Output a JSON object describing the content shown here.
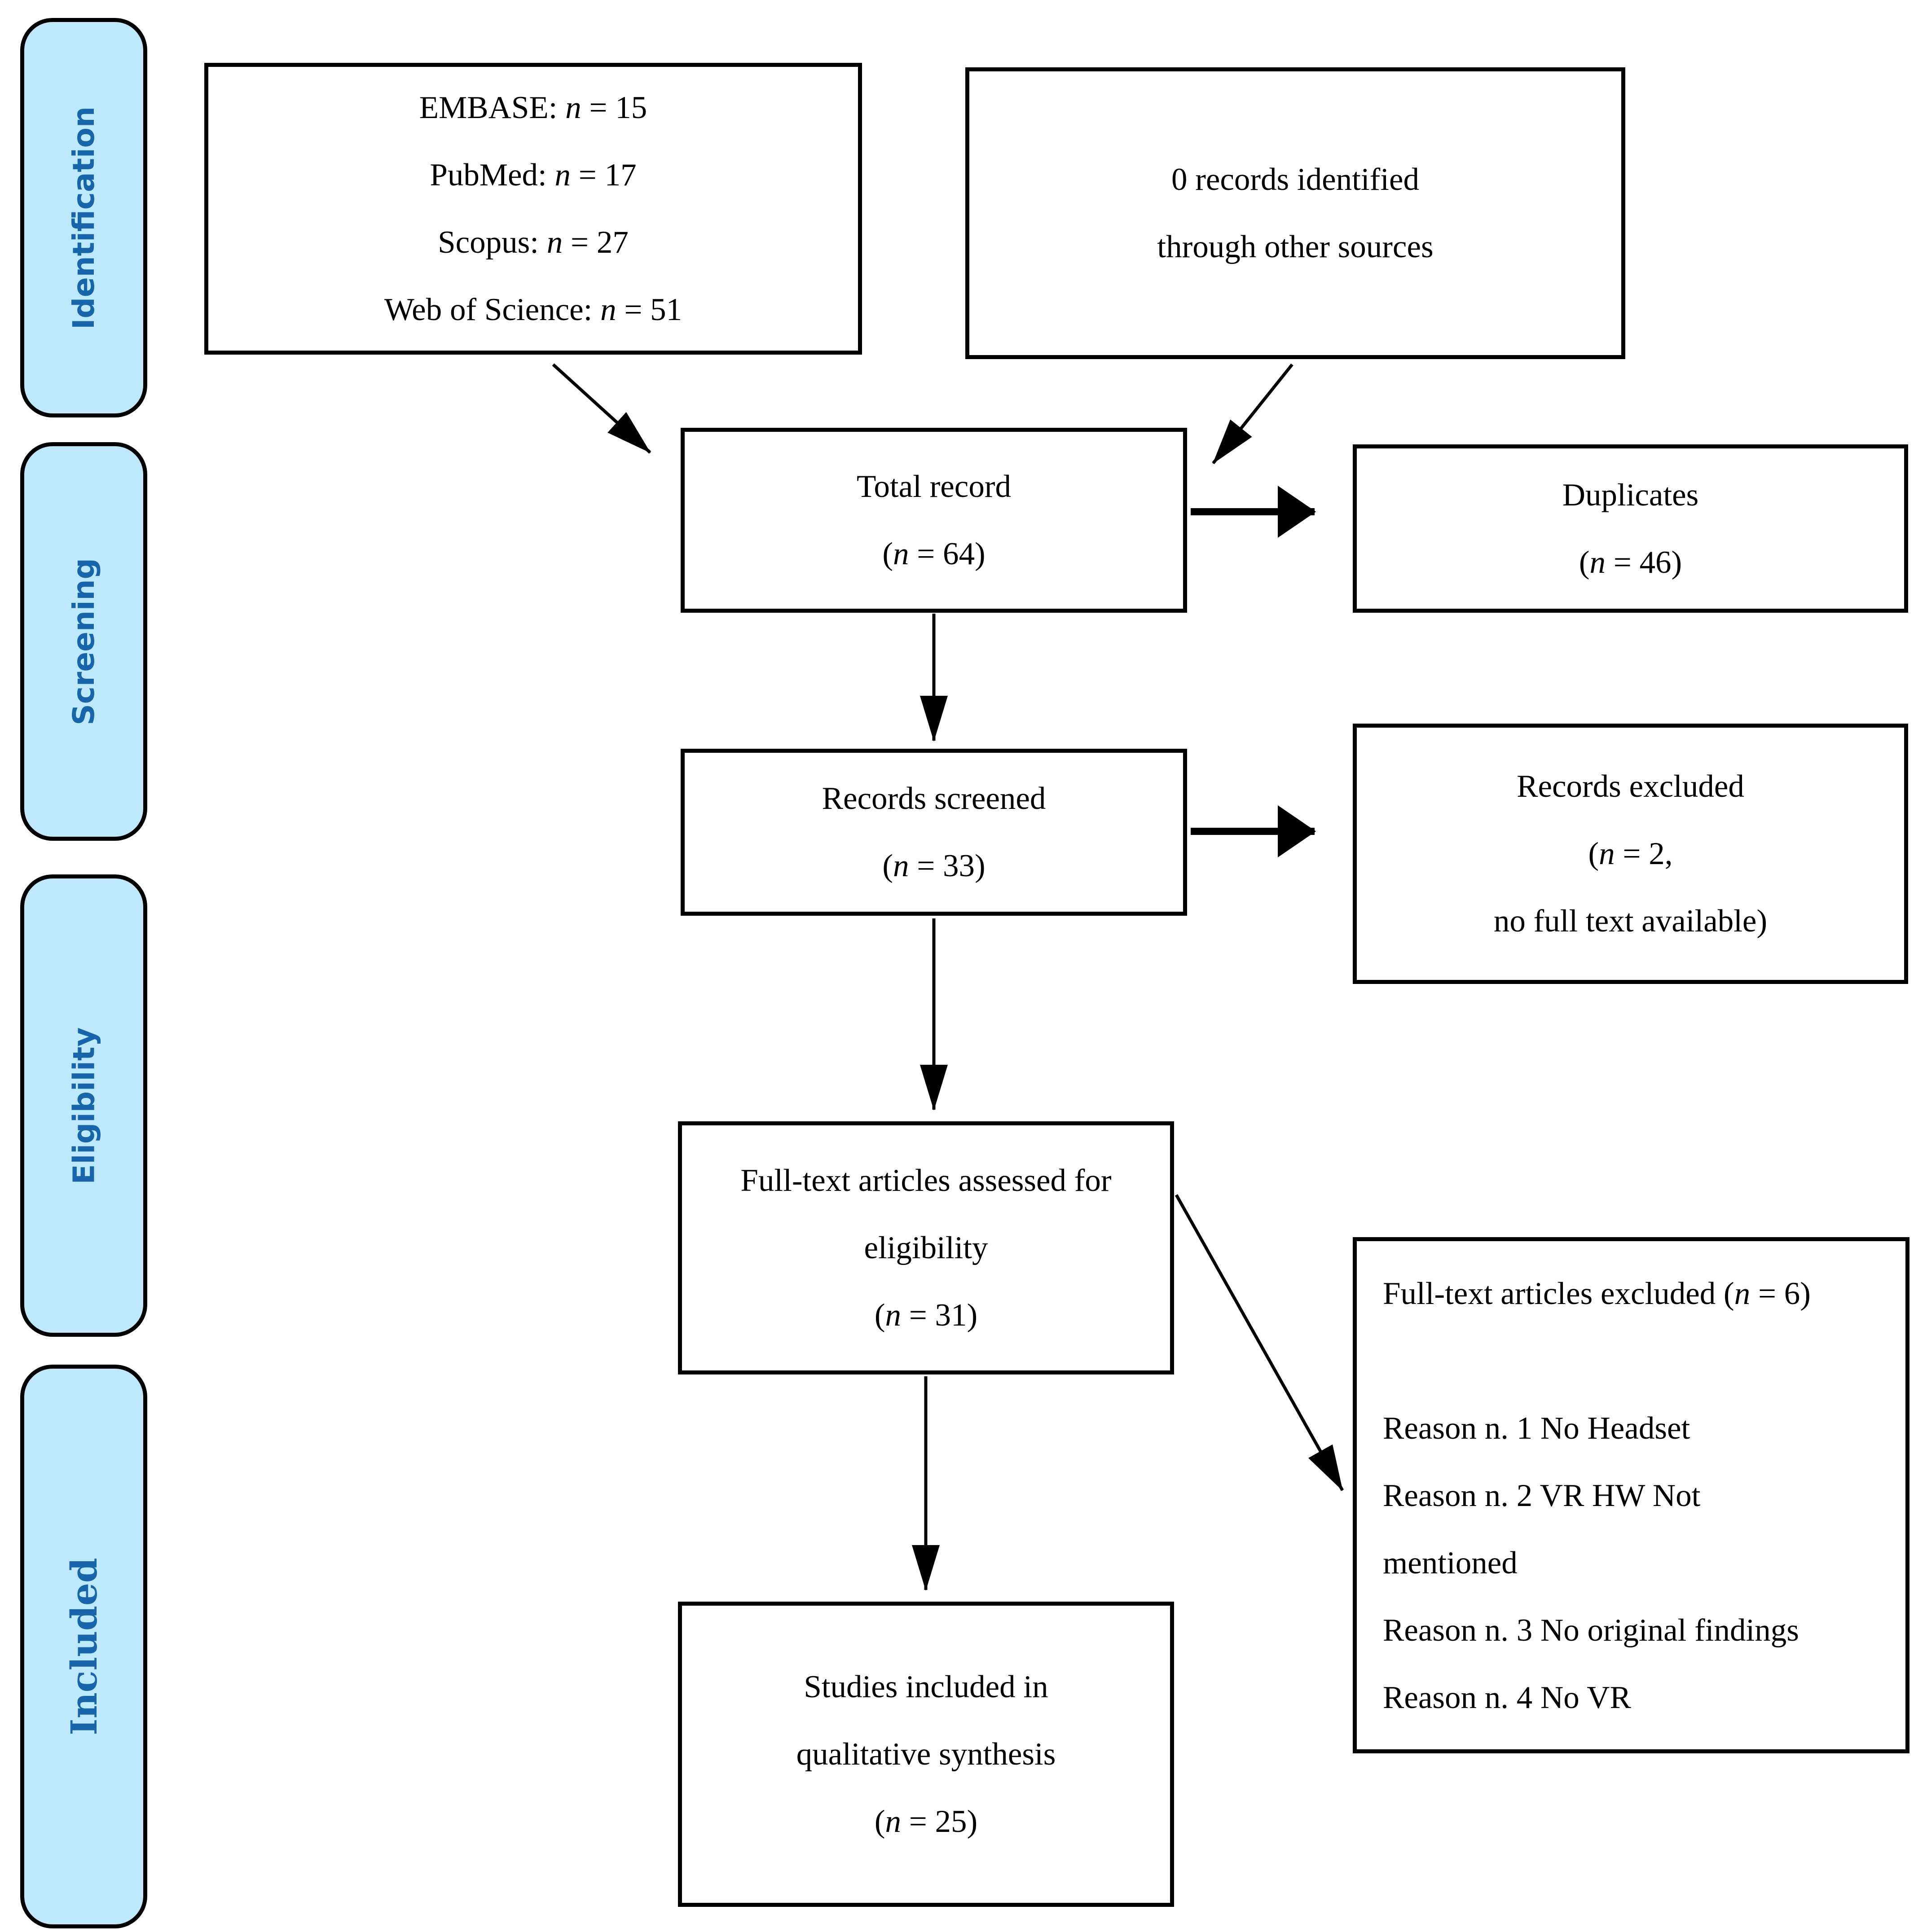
{
  "colors": {
    "background": "#ffffff",
    "sidebar_fill": "#bee9fc",
    "sidebar_label": "#1766ac",
    "box_border": "#000000",
    "arrow": "#000000"
  },
  "sidebar": {
    "stages": [
      {
        "label": "Identification"
      },
      {
        "label": "Screening"
      },
      {
        "label": "Eligibility"
      },
      {
        "label": "Included"
      }
    ]
  },
  "boxes": {
    "sources": {
      "lines": [
        {
          "pre": "EMBASE: ",
          "n": "n",
          "post": " = 15"
        },
        {
          "pre": "PubMed: ",
          "n": "n",
          "post": " = 17"
        },
        {
          "pre": "Scopus: ",
          "n": "n",
          "post": " = 27"
        },
        {
          "pre": "Web of Science: ",
          "n": "n",
          "post": " = 51"
        }
      ]
    },
    "other_sources": {
      "lines": [
        {
          "pre": "0 records identified"
        },
        {
          "pre": "through other sources"
        }
      ]
    },
    "total_record": {
      "lines": [
        {
          "pre": "Total record"
        },
        {
          "pre": "(",
          "n": "n",
          "post": " = 64)"
        }
      ]
    },
    "duplicates": {
      "lines": [
        {
          "pre": "Duplicates"
        },
        {
          "pre": "(",
          "n": "n",
          "post": " = 46)"
        }
      ]
    },
    "records_screened": {
      "lines": [
        {
          "pre": "Records screened"
        },
        {
          "pre": "(",
          "n": "n",
          "post": " = 33)"
        }
      ]
    },
    "records_excluded": {
      "lines": [
        {
          "pre": "Records excluded"
        },
        {
          "pre": "(",
          "n": "n",
          "post": " = 2,"
        },
        {
          "pre": "no full text available)"
        }
      ]
    },
    "fulltext_assessed": {
      "lines": [
        {
          "pre": "Full-text articles assessed for"
        },
        {
          "pre": "eligibility"
        },
        {
          "pre": "(",
          "n": "n",
          "post": " = 31)"
        }
      ]
    },
    "fulltext_excluded": {
      "lines": [
        {
          "pre": "Full-text articles excluded (",
          "n": "n",
          "post": " = 6)"
        },
        {
          "pre": ""
        },
        {
          "pre": "Reason n. 1 No Headset"
        },
        {
          "pre": "Reason n. 2 VR HW Not"
        },
        {
          "pre": "mentioned"
        },
        {
          "pre": "Reason n. 3 No original findings"
        },
        {
          "pre": "Reason n. 4 No VR"
        }
      ]
    },
    "studies_included": {
      "lines": [
        {
          "pre": "Studies included in"
        },
        {
          "pre": "qualitative synthesis"
        },
        {
          "pre": "(",
          "n": "n",
          "post": " = 25)"
        }
      ]
    }
  }
}
